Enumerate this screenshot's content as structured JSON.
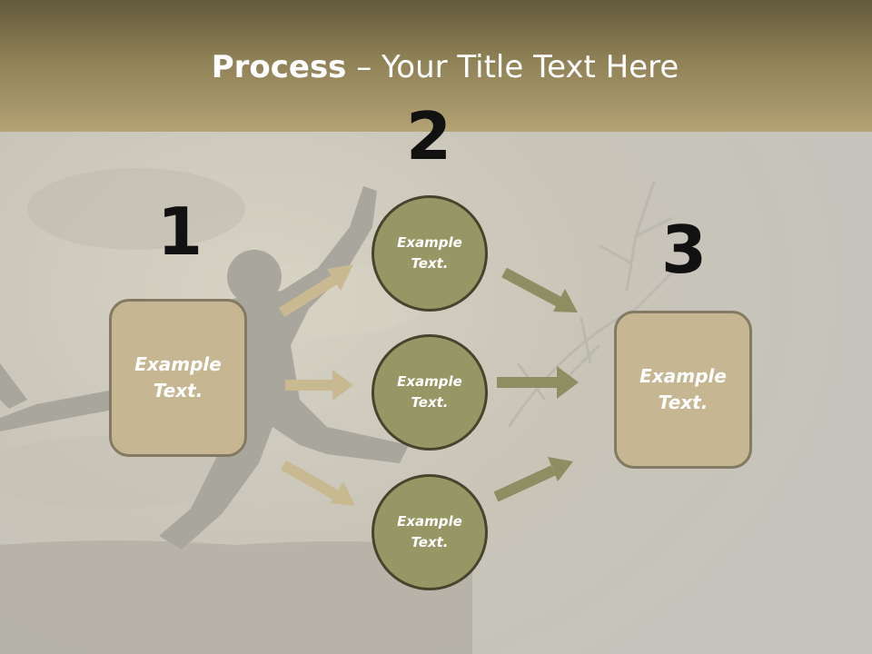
{
  "title": {
    "bold": "Process",
    "rest": " – Your Title Text Here"
  },
  "steps": {
    "one": "1",
    "two": "2",
    "three": "3"
  },
  "nodes": {
    "left_box": "Example Text.",
    "circle_top": "Example Text.",
    "circle_middle": "Example Text.",
    "circle_bottom": "Example Text.",
    "right_box": "Example Text."
  },
  "colors": {
    "header": "#8f8156",
    "box_fill": "#c6b792",
    "box_border": "#837a63",
    "circle_fill": "#969764",
    "circle_border": "#44452c",
    "arrow_left": "#c9b990",
    "arrow_right": "#8e8e62"
  }
}
